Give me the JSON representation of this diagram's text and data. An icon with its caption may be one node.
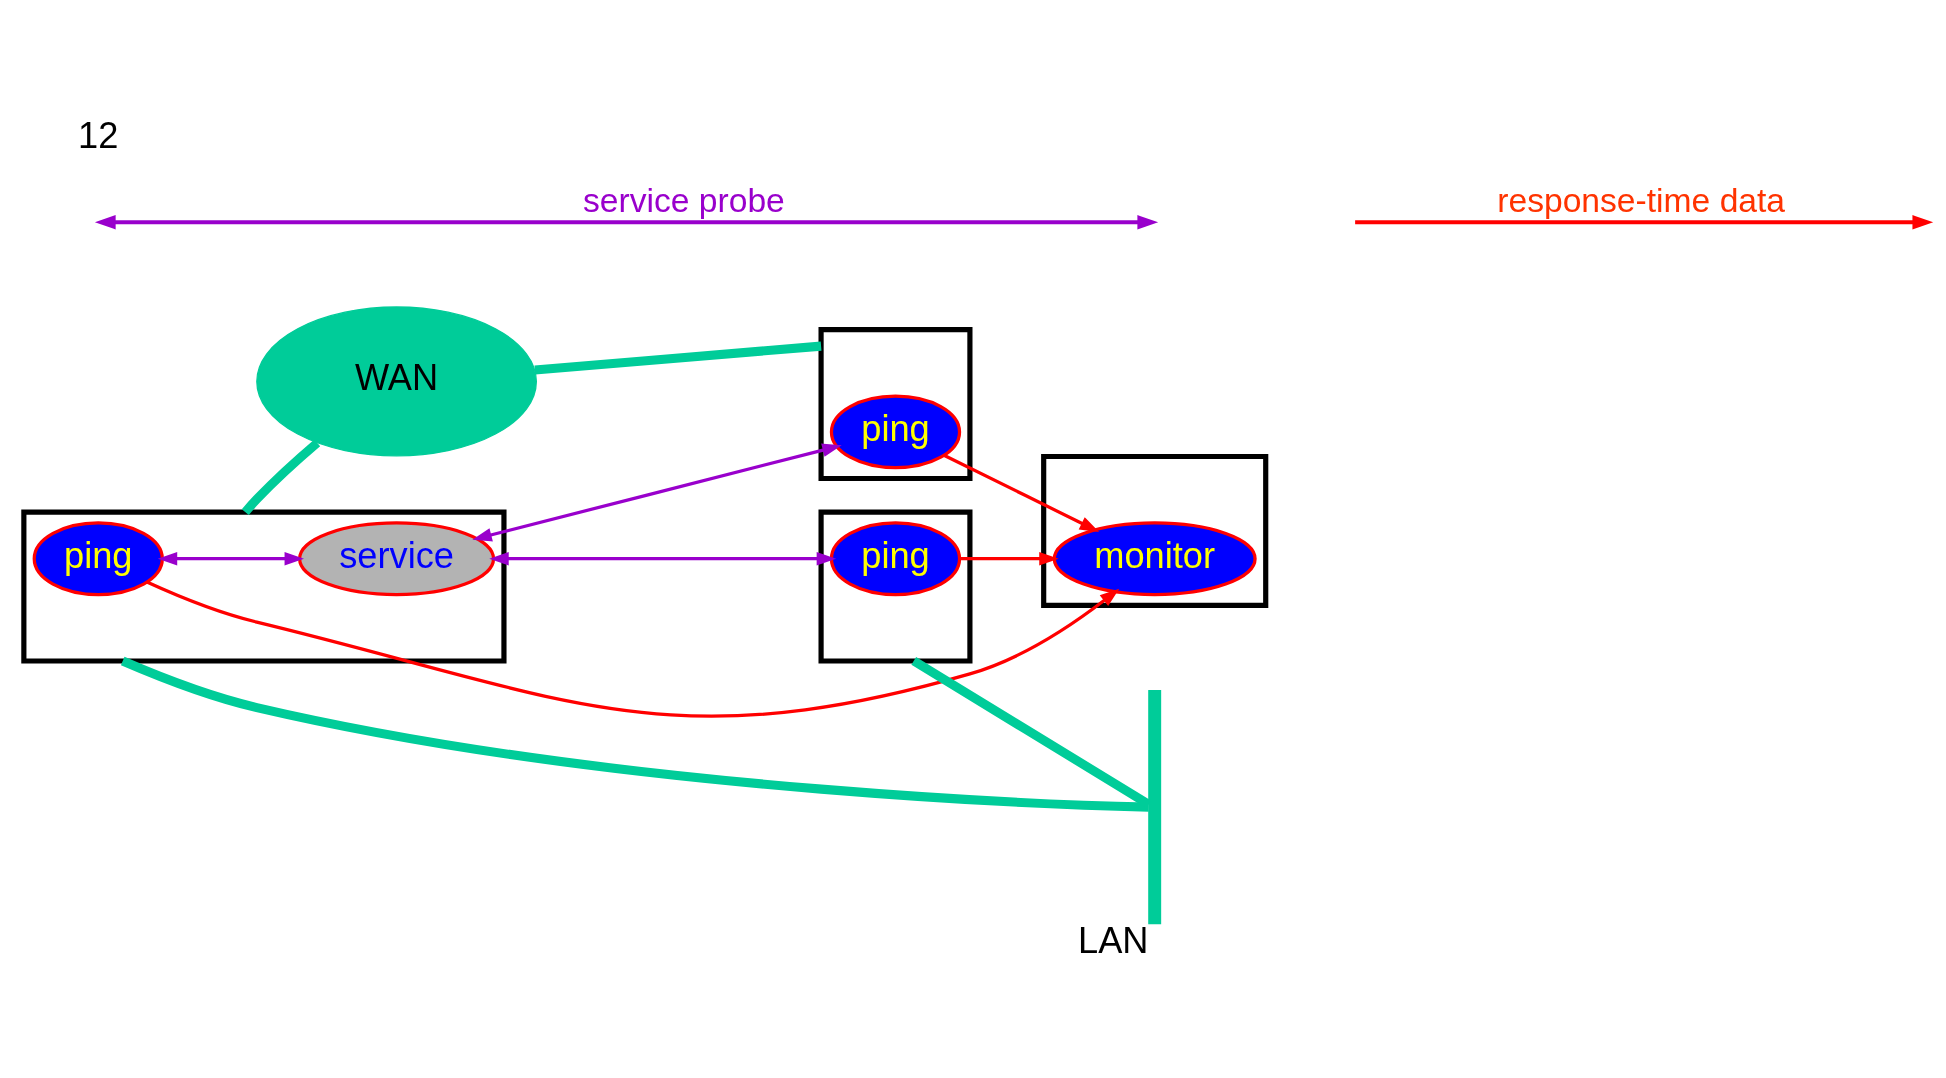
{
  "diagram": {
    "nodes": [
      {
        "text": [],
        "shape": "box"
      },
      {
        "text": [
          "ping"
        ],
        "in": 0
      },
      {
        "text": [
          "service"
        ],
        "in": 0
      },
      {
        "text": [],
        "shape": "box"
      },
      {
        "text": [
          "ping"
        ],
        "in": 3
      },
      {
        "text": [
          "WAN"
        ]
      },
      {
        "text": [],
        "shape": "bar",
        "beside": [
          "LAN"
        ]
      },
      {
        "text": [],
        "shape": "box"
      },
      {
        "text": [
          "ping"
        ],
        "in": 7
      },
      {
        "text": [],
        "shape": "box"
      },
      {
        "text": [
          "monitor"
        ],
        "in": 9
      }
    ],
    "edges": [
      {
        "from": 1,
        "to": 2,
        "arrow": "both",
        "color": "#9900cc"
      },
      {
        "from": 2,
        "to": 4,
        "arrow": "both",
        "color": "#9900cc"
      },
      {
        "from": 2,
        "to": 8,
        "arrow": "both",
        "color": "#9900cc"
      },
      {
        "from": 1,
        "to": 10,
        "arrow": "to",
        "color": "#ff0000"
      },
      {
        "from": 4,
        "to": 10,
        "arrow": "to",
        "color": "#ff0000"
      },
      {
        "from": 8,
        "to": 10,
        "arrow": "to",
        "color": "#ff0000"
      },
      {
        "from": 0,
        "to": 5,
        "arrow": "none",
        "style": "thick",
        "color": "#00cc99"
      },
      {
        "from": 5,
        "to": 3,
        "arrow": "none",
        "style": "thick",
        "color": "#00cc99"
      },
      {
        "from": 0,
        "to": 6,
        "arrow": "none",
        "style": "thick",
        "color": "#00cc99"
      },
      {
        "from": 7,
        "to": 6,
        "arrow": "none",
        "style": "thick",
        "color": "#00cc99"
      }
    ],
    "labels": [
      "12"
    ],
    "legend": [
      {
        "text": "service probe"
      },
      {
        "text": "response-time data"
      }
    ]
  }
}
